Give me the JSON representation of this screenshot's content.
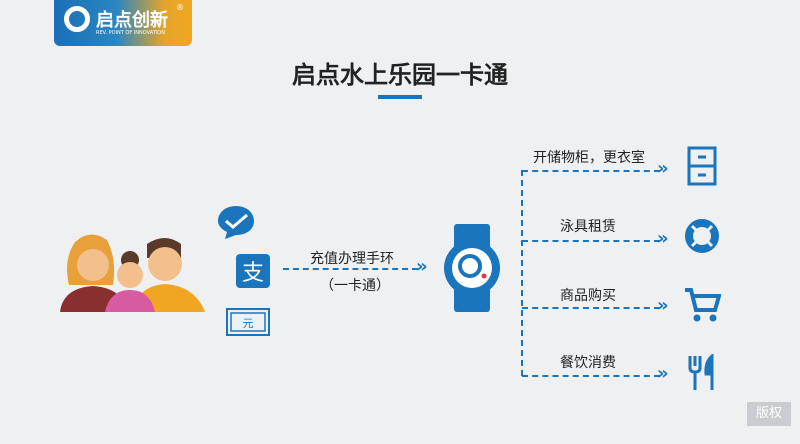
{
  "logo": {
    "name": "启点创新",
    "tagline": "REV. POINT OF INNOVATION",
    "reg": "®"
  },
  "title": "启点水上乐园一卡通",
  "flow": {
    "label_top": "充值办理手环",
    "label_bottom": "（一卡通）"
  },
  "payments": [
    "wechat-pay-icon",
    "alipay-icon",
    "cash-icon"
  ],
  "services": [
    {
      "label": "开储物柜，更衣室",
      "icon": "locker-icon"
    },
    {
      "label": "泳具租赁",
      "icon": "lifebuoy-icon"
    },
    {
      "label": "商品购买",
      "icon": "cart-icon"
    },
    {
      "label": "餐饮消费",
      "icon": "cutlery-icon"
    }
  ],
  "copyright_button": "版权",
  "colors": {
    "accent": "#1a75bc",
    "background": "#eef0f2"
  }
}
